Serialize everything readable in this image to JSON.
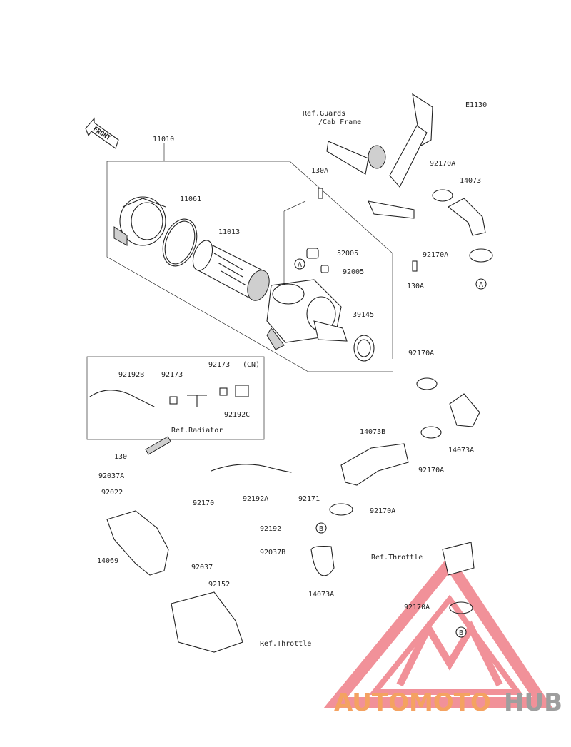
{
  "diagram_code": "E1130",
  "front_arrow": "FRONT",
  "callouts": [
    "A",
    "A",
    "B",
    "B"
  ],
  "references": {
    "guards": "Ref.Guards\n/Cab Frame",
    "radiator": "Ref.Radiator",
    "throttle_upper": "Ref.Throttle",
    "throttle_lower": "Ref.Throttle"
  },
  "inset_note": "(CN)",
  "part_labels": [
    "11010",
    "11061",
    "11013",
    "130A",
    "52005",
    "92005",
    "39145",
    "130A",
    "92170A",
    "14073",
    "92170A",
    "92170A",
    "14073A",
    "92170A",
    "14073B",
    "92192B",
    "92173",
    "92173",
    "92192C",
    "130",
    "92037A",
    "92022",
    "92170",
    "92192A",
    "92171",
    "92170A",
    "92192",
    "92037B",
    "92037",
    "14069",
    "92152",
    "14073A",
    "92170A"
  ],
  "watermark": {
    "brand_a": "AUTOMOTO",
    "brand_b": "HUB",
    "color_a": "#f4a261",
    "color_b": "#9e9e9e",
    "triangle_color": "#e63946"
  }
}
